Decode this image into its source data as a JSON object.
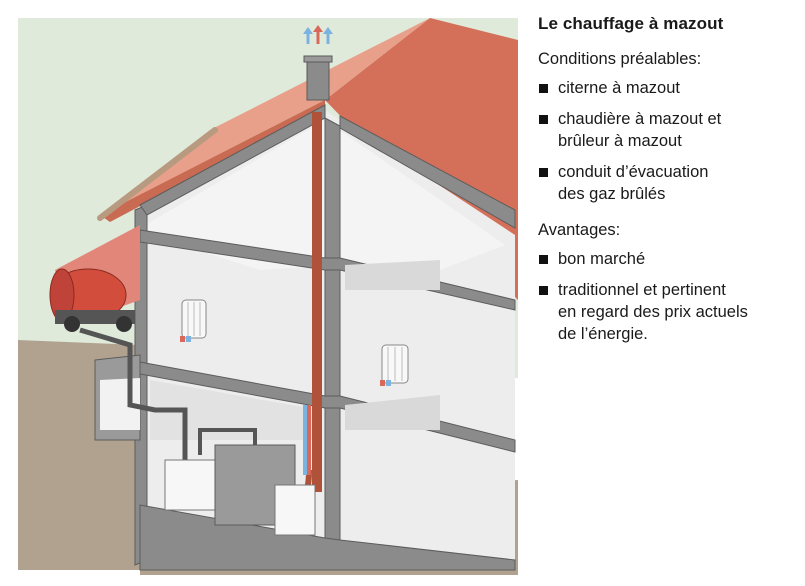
{
  "panel": {
    "title": "Le chauffage à mazout",
    "prerequisites": {
      "heading": "Conditions préalables:",
      "items": [
        {
          "label": "citerne à mazout"
        },
        {
          "label": "chaudière à mazout et\nbrûleur à mazout"
        },
        {
          "label": "conduit d’évacuation\ndes gaz brûlés"
        }
      ]
    },
    "advantages": {
      "heading": "Avantages:",
      "items": [
        {
          "label": "bon marché"
        },
        {
          "label": "traditionnel et pertinent\nen regard des prix actuels\nde l’énergie."
        }
      ]
    }
  },
  "colors": {
    "sky": "#dfeadb",
    "ground": "#b1a290",
    "roof": "#d4705a",
    "roof_light": "#e8a08a",
    "tank": "#d24d3c",
    "wall": "#8b8b8b",
    "interior": "#ededed",
    "chimney_pipe": "#b0513a",
    "hot_flow": "#d9685a",
    "cold_flow": "#7ab3df"
  },
  "icons": [
    "exhaust-arrows-icon",
    "radiator-icon",
    "oil-tank-icon",
    "boiler-icon",
    "burner-icon"
  ]
}
